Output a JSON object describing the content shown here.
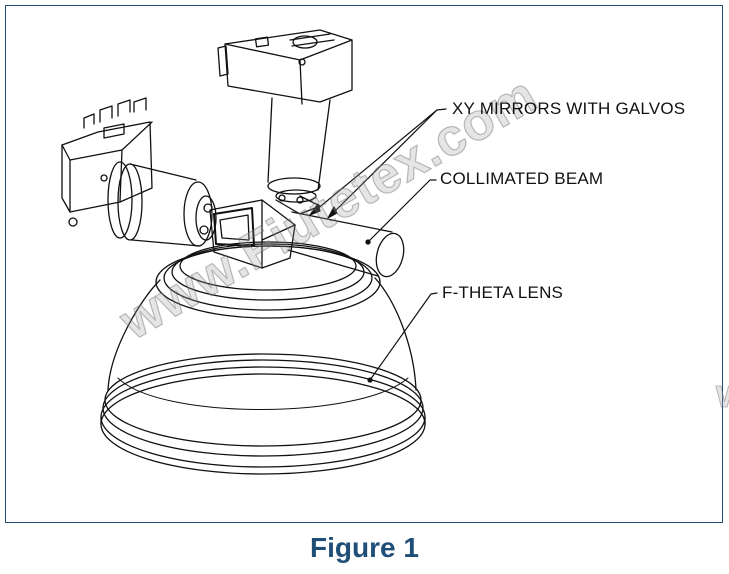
{
  "labels": {
    "xy_mirrors": "XY MIRRORS WITH GALVOS",
    "collimated_beam": "COLLIMATED BEAM",
    "f_theta_lens": "F-THETA LENS"
  },
  "caption": "Figure 1",
  "watermark": "www.Fiutetex.com",
  "colors": {
    "frame": "#1f4e79",
    "caption": "#1f4e79",
    "line": "#111111",
    "watermark": "#9a9a9a"
  }
}
